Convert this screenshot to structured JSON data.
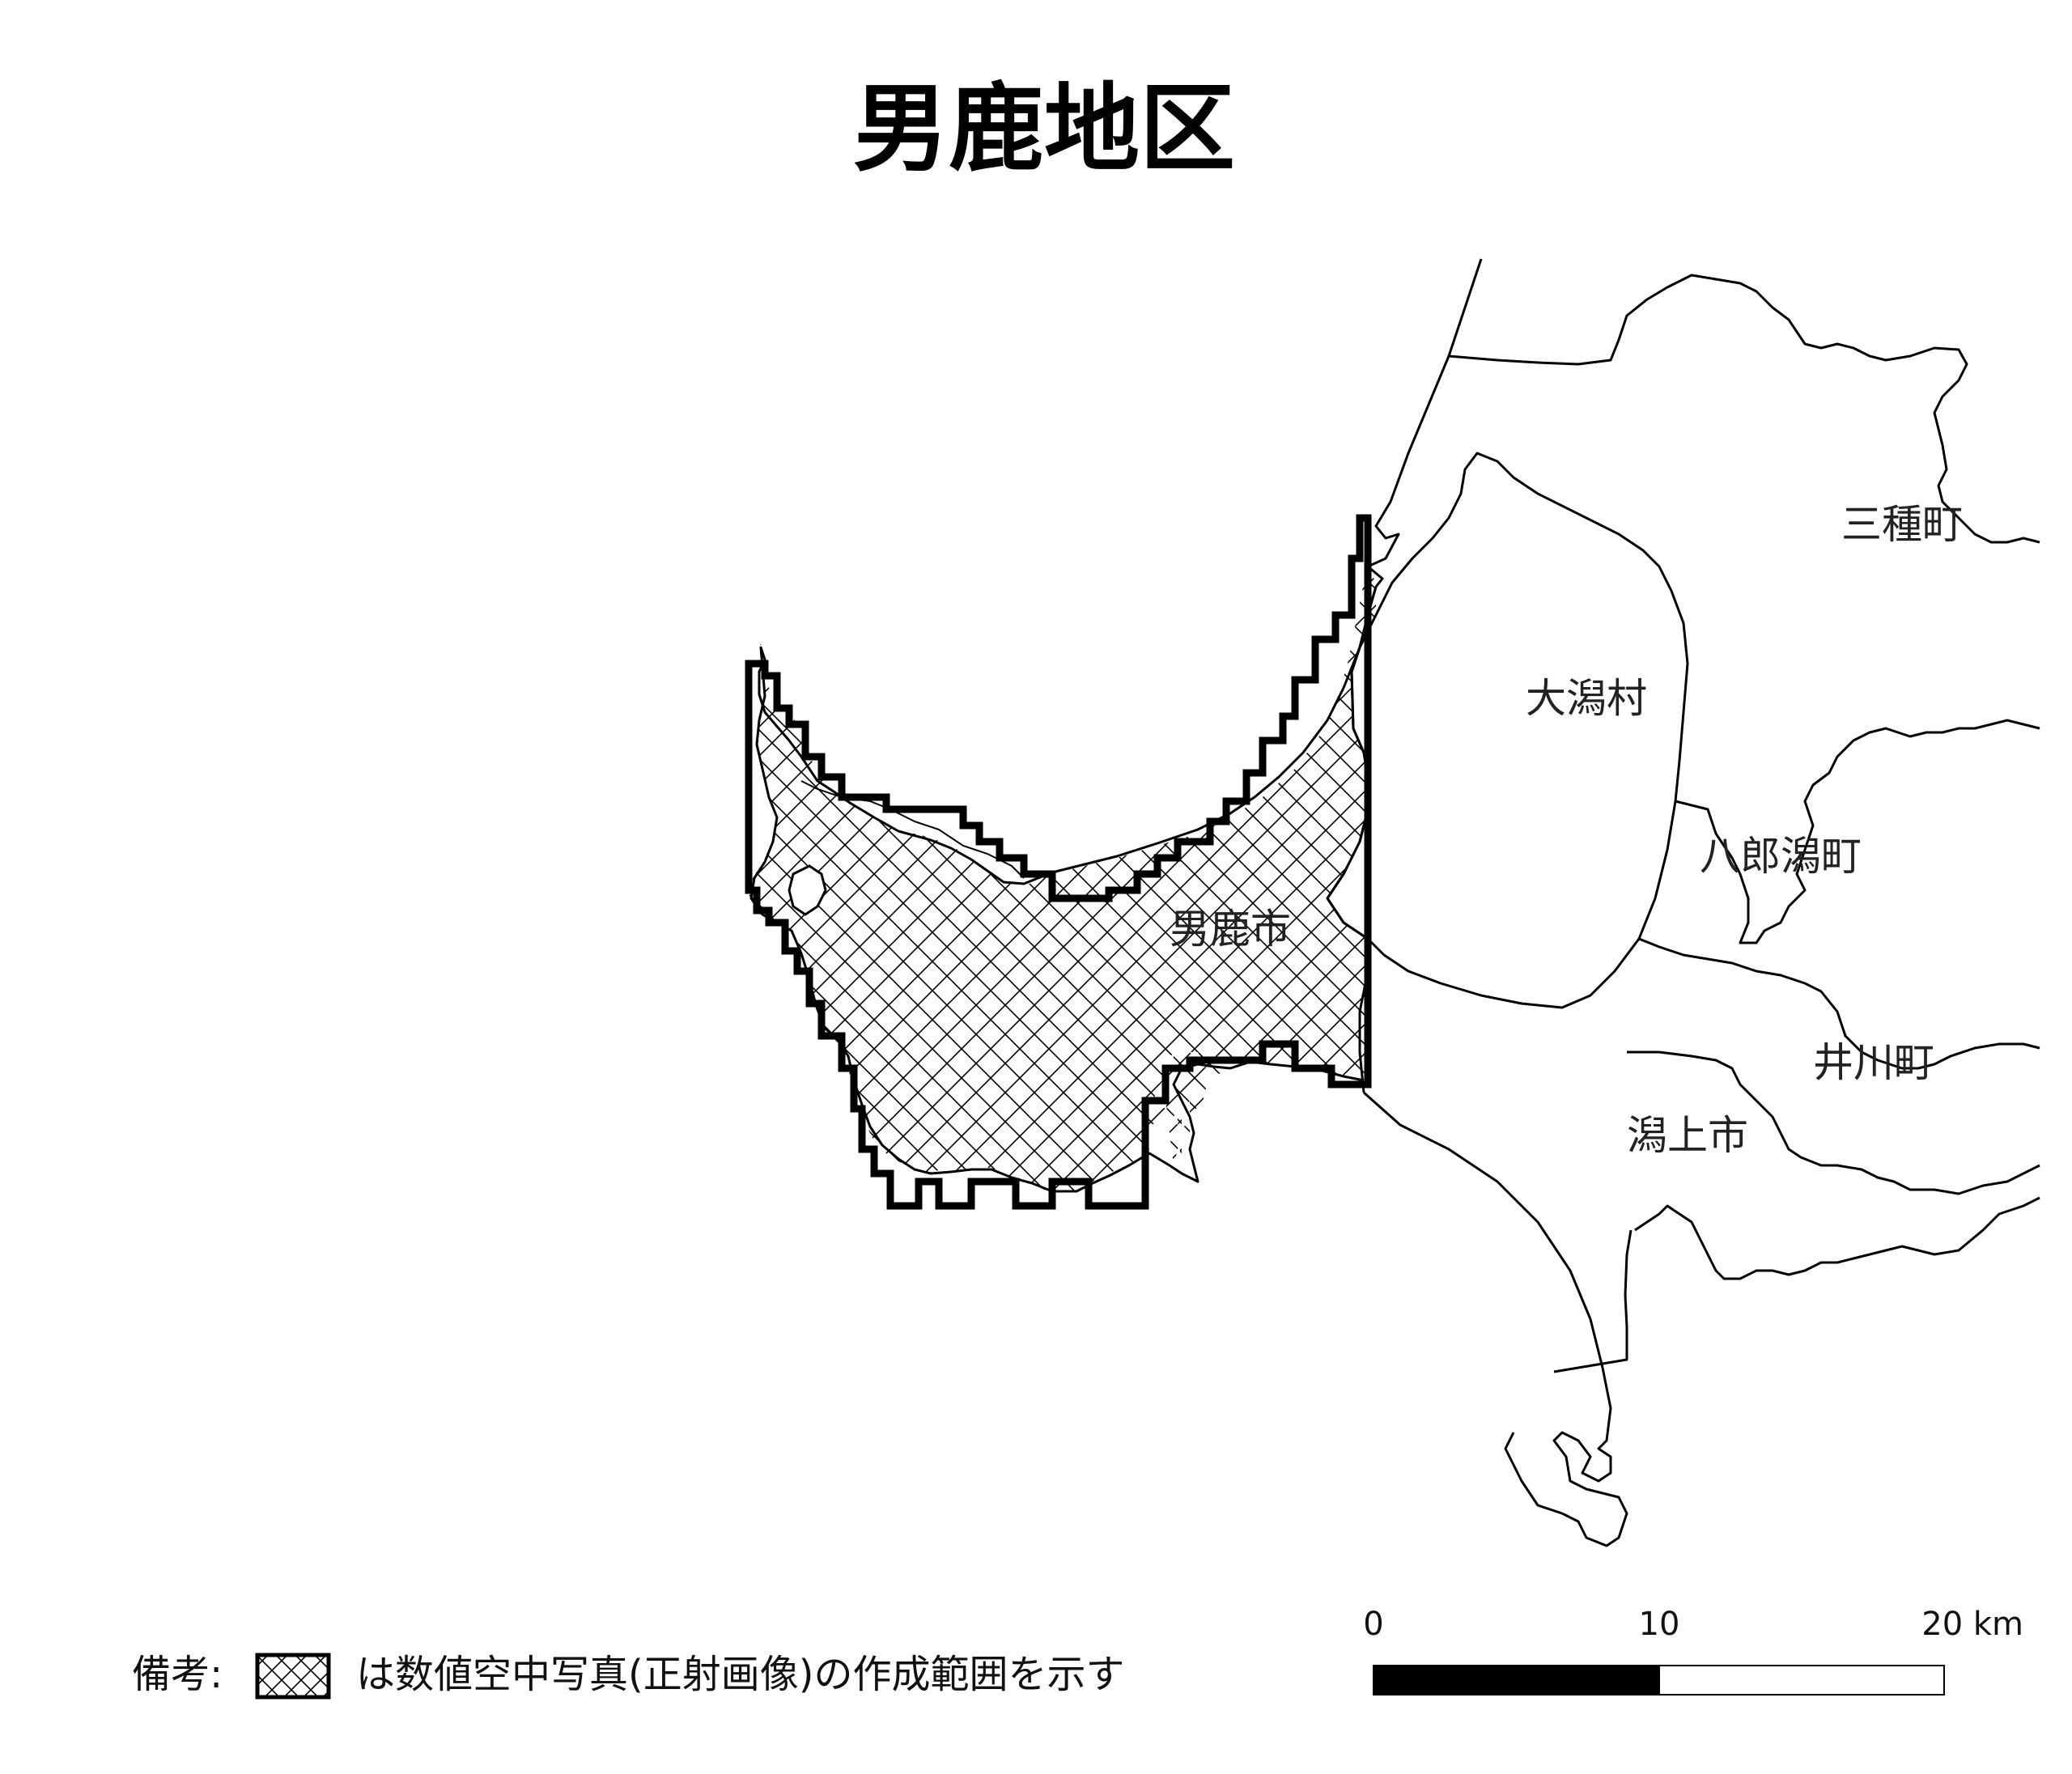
{
  "map": {
    "title": "男鹿地区",
    "places": {
      "oga": "男鹿市",
      "ogata": "大潟村",
      "mitane": "三種町",
      "hachirogata": "八郎潟町",
      "ikawa": "井川町",
      "katagami": "潟上市"
    }
  },
  "scale_bar": {
    "labels": [
      "0",
      "10",
      "20 km"
    ],
    "segments": [
      "black",
      "white"
    ]
  },
  "legend": {
    "prefix": "備考:",
    "text": "は数値空中写真(正射画像)の作成範囲を示す",
    "swatch_pattern": "crosshatch-icon"
  },
  "colors": {
    "background": "#ffffff",
    "line": "#000000",
    "hatch": "#000000"
  }
}
